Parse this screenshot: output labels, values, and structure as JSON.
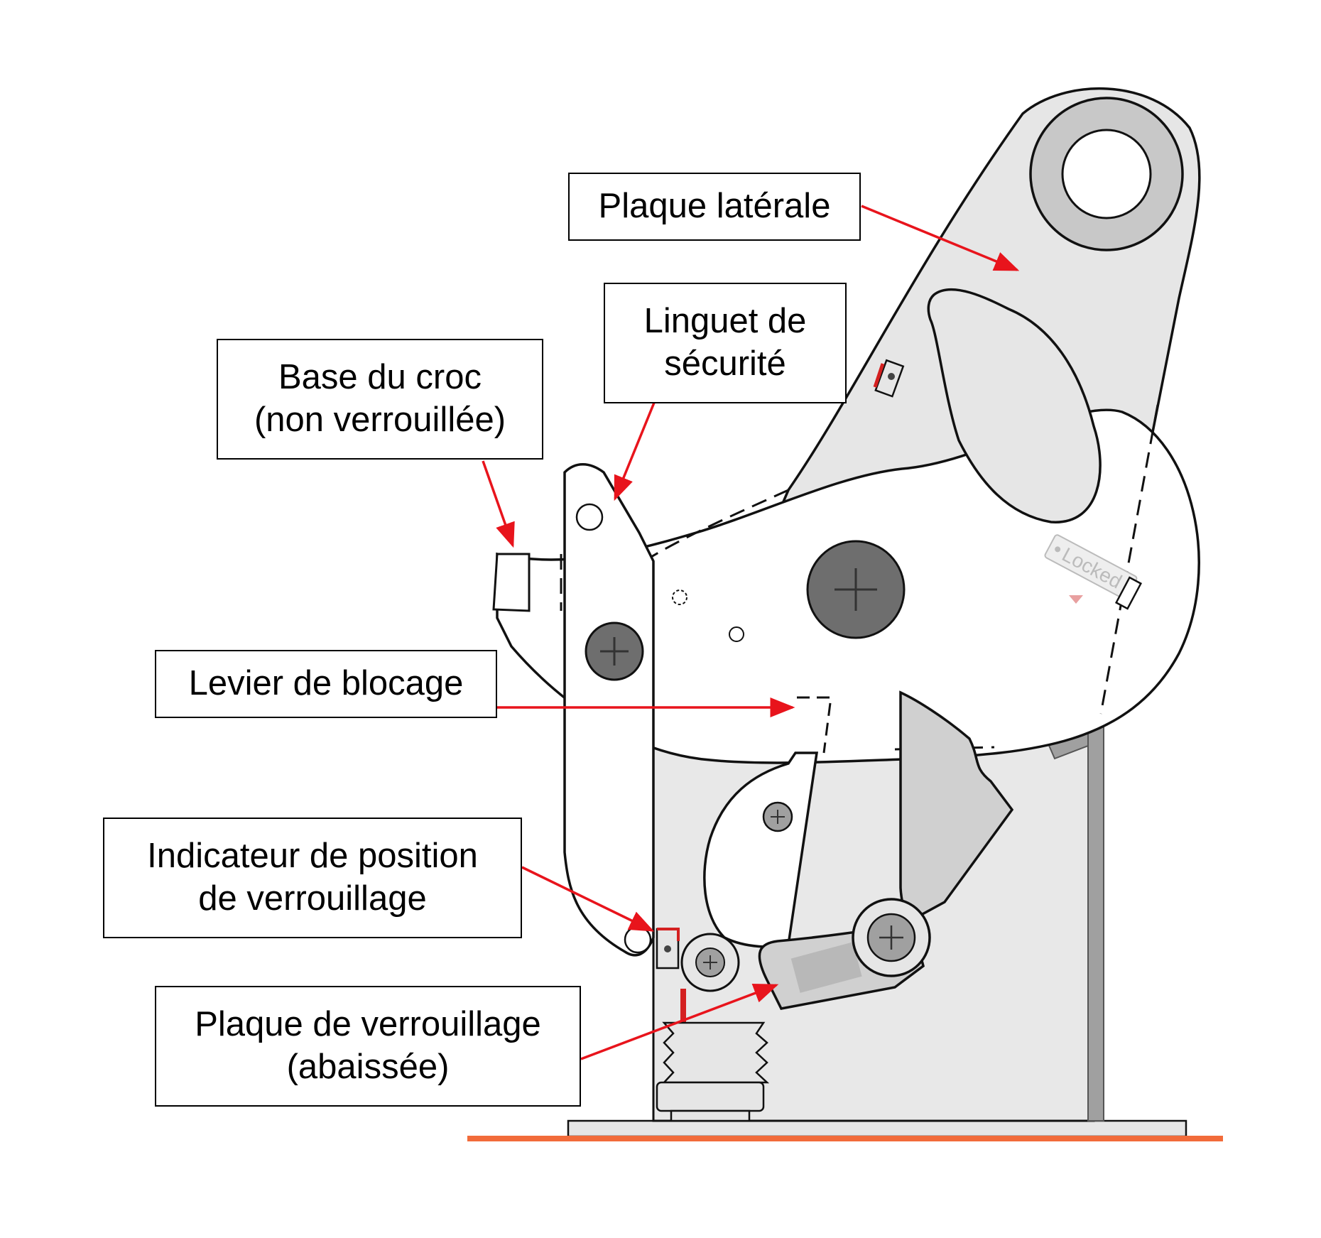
{
  "labels": {
    "side_plate": "Plaque latérale",
    "safety_latch": {
      "line1": "Linguet de",
      "line2": "sécurité"
    },
    "hook_base": {
      "line1": "Base du croc",
      "line2": "(non verrouillée)"
    },
    "locking_lever": "Levier de blocage",
    "lock_indicator": {
      "line1": "Indicateur de position",
      "line2": "de verrouillage"
    },
    "lock_plate": {
      "line1": "Plaque de verrouillage",
      "line2": "(abaissée)"
    }
  },
  "engraved_text": {
    "locked": "Locked"
  },
  "colors": {
    "arrow": "#e8141c",
    "outline": "#111111",
    "plate_fill": "#e6e6e6",
    "ring_fill": "#c8c8c8",
    "bolt_fill": "#6e6e6e",
    "post_fill": "#a0a0a0",
    "ground_line": "#f26b3a",
    "indicator_red": "#d42020"
  }
}
